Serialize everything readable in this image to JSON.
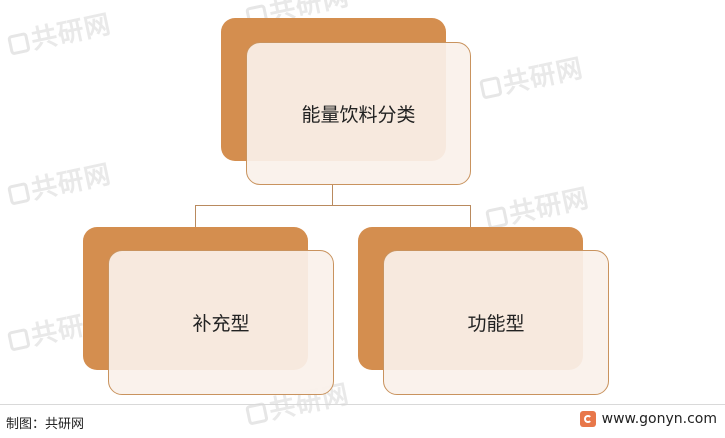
{
  "diagram": {
    "root": {
      "label": "能量饮料分类"
    },
    "children": [
      {
        "label": "补充型"
      },
      {
        "label": "功能型"
      }
    ]
  },
  "watermark": {
    "text": "共研网",
    "sub": "www.gonyn.com"
  },
  "footer": {
    "source": "制图：共研网",
    "website": "www.gonyn.com"
  },
  "colors": {
    "shadow_box": "#d48e4f",
    "front_box": "#faf1ea",
    "border": "#c9935e",
    "connector": "#b98a5e"
  }
}
